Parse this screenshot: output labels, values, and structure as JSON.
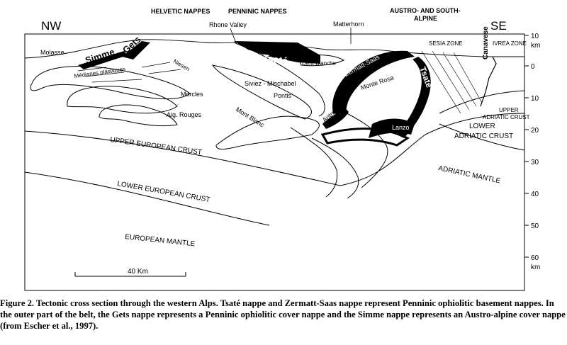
{
  "orientation": {
    "left": "NW",
    "right": "SE"
  },
  "headers": {
    "helvetic": "HELVETIC NAPPES",
    "penninic": "PENNINIC NAPPES",
    "austro_line1": "AUSTRO- AND SOUTH-",
    "austro_line2": "ALPINE"
  },
  "top_labels": {
    "rhone_valley": "Rhone Valley",
    "matterhorn": "Matterhorn",
    "sesia_zone": "SESIA ZONE",
    "ivrea_zone": "IVREA ZONE",
    "canavese": "Canavese"
  },
  "units": {
    "nappes": {
      "molasse": "Molasse",
      "simme": "Simme",
      "gets": "Gets",
      "niesen": "Niesen",
      "prealpes": "Médianes plastiques",
      "morcles": "Morcles",
      "aig_rouges": "Aig. Rouges",
      "mont_blanc": "Mont Blanc",
      "tsate_left": "Tsaté",
      "dent_blanche": "Dent Blanche",
      "siviez": "Siviez - Mischabel",
      "pontis": "Pontis",
      "zermatt": "Zermatt-Saas",
      "monte_rosa": "Monte Rosa",
      "antrona": "Antrona",
      "tsate_right": "Tsaté",
      "lanzo": "Lanzo"
    },
    "crust": {
      "upper_euro": "UPPER EUROPEAN CRUST",
      "lower_euro": "LOWER EUROPEAN CRUST",
      "euro_mantle": "EUROPEAN MANTLE",
      "adriatic_mantle": "ADRIATIC MANTLE",
      "lower_adriatic_1": "LOWER",
      "lower_adriatic_2": "ADRIATIC CRUST",
      "upper_adriatic_1": "UPPER",
      "upper_adriatic_2": "ADRIATIC CRUST"
    }
  },
  "depth_axis": {
    "unit": "km",
    "ticks": [
      "10",
      "0",
      "10",
      "20",
      "30",
      "40",
      "50",
      "60"
    ]
  },
  "scale_bar": {
    "label": "40 Km",
    "length_km": 40
  },
  "caption": "Figure 2. Tectonic cross section through the western Alps. Tsaté nappe and Zermatt-Saas nappe represent Penninic ophiolitic basement nappes. In the outer part of the belt, the Gets nappe represents a Penninic ophiolitic cover nappe and the Simme nappe represents an Austro-alpine cover nappe (from Escher et al., 1997)."
}
